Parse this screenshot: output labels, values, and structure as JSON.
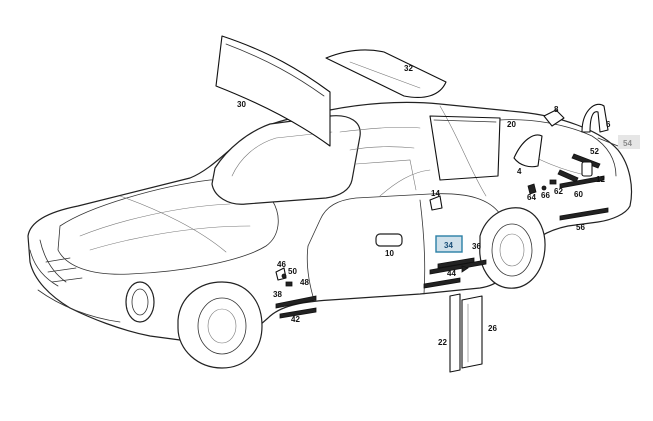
{
  "callouts": {
    "p30": "30",
    "p32": "32",
    "p8": "8",
    "p6": "6",
    "p54": "54",
    "p20": "20",
    "p52": "52",
    "p4": "4",
    "p12": "12",
    "p62": "62",
    "p66": "66",
    "p64": "64",
    "p60": "60",
    "p14": "14",
    "p56": "56",
    "p34": "34",
    "p36": "36",
    "p10": "10",
    "p44": "44",
    "p46": "46",
    "p50": "50",
    "p48": "48",
    "p38": "38",
    "p42": "42",
    "p22": "22",
    "p26": "26"
  },
  "highlight_color": "#2a7fa6"
}
